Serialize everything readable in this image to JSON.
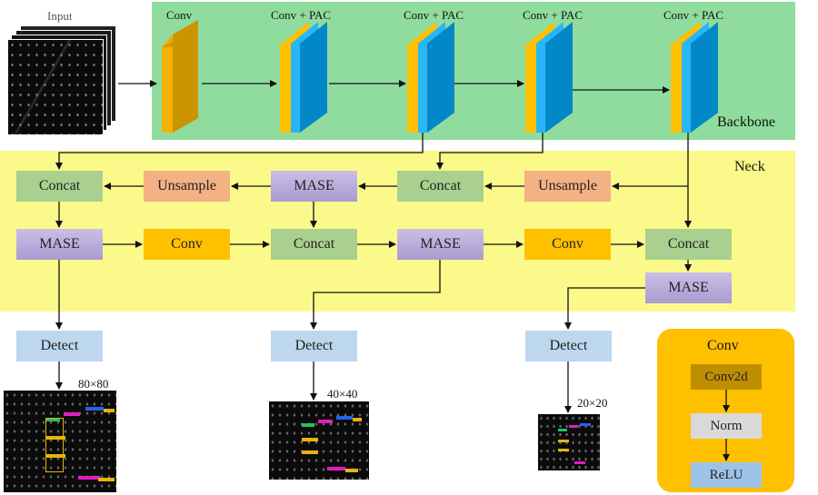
{
  "input": {
    "label": "Input"
  },
  "backbone": {
    "title": "Backbone",
    "layers": [
      "Conv",
      "Conv + PAC",
      "Conv + PAC",
      "Conv + PAC",
      "Conv + PAC"
    ]
  },
  "neck": {
    "title": "Neck",
    "concat": "Concat",
    "unsample": "Unsample",
    "mase": "MASE",
    "conv": "Conv"
  },
  "heads": {
    "detect": "Detect",
    "scales": [
      "80×80",
      "40×40",
      "20×20"
    ]
  },
  "legend": {
    "title": "Conv",
    "steps": [
      "Conv2d",
      "Norm",
      "ReLU"
    ]
  },
  "colors": {
    "backbone_bg": "#8fdc9e",
    "neck_bg": "#fbf98a",
    "concat": "#a9d08e",
    "unsample": "#f4b183",
    "mase": "#b4a7d6",
    "conv": "#ffc000",
    "detect": "#bdd7ee",
    "legend_bg": "#ffc000",
    "conv2d": "#bf8f00",
    "norm": "#d9d9d9",
    "relu": "#9dc3e6",
    "block_side": "#ffc000",
    "block_face": "#0288c8"
  }
}
